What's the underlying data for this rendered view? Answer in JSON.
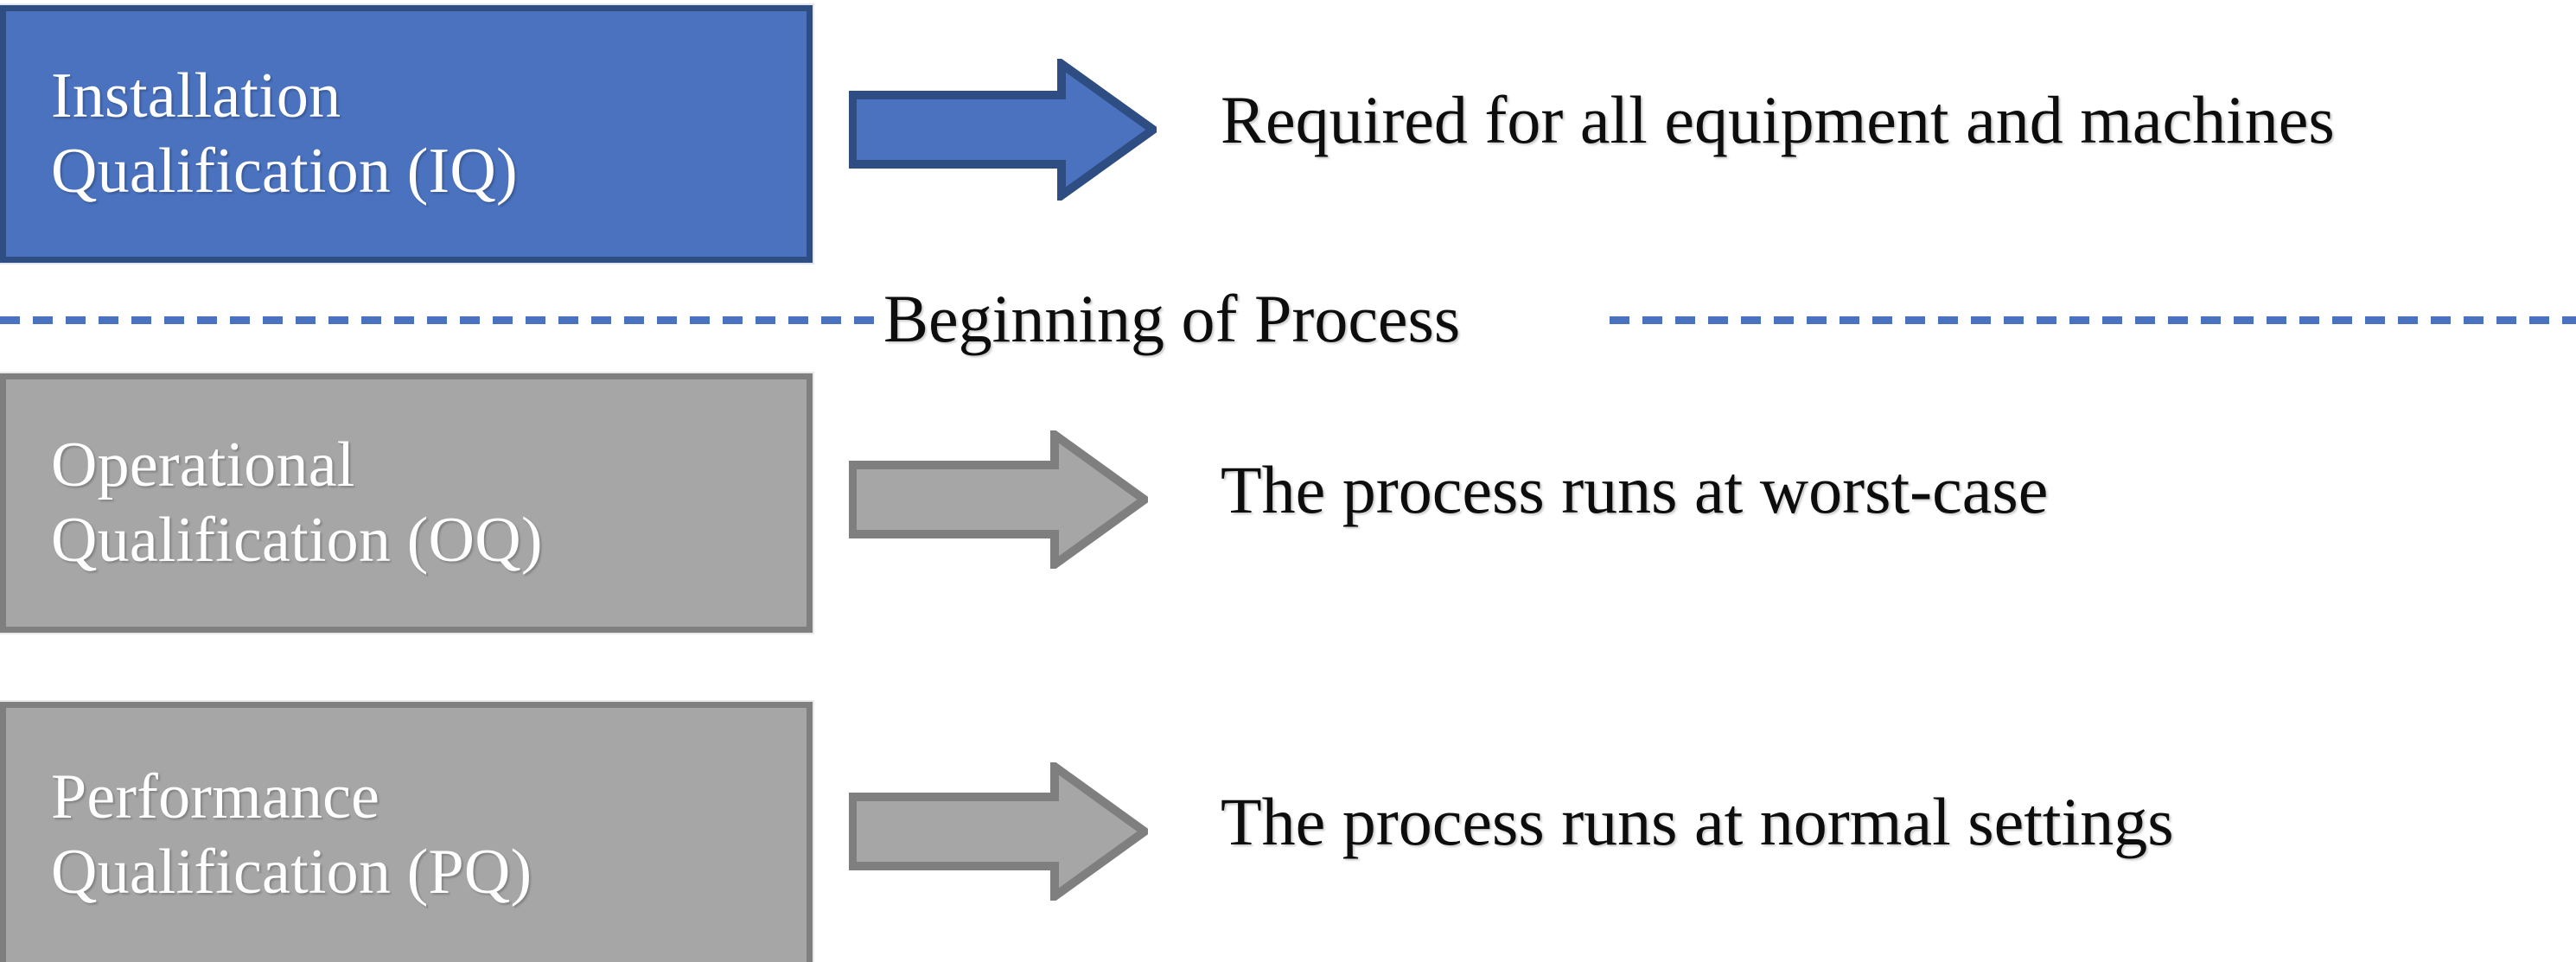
{
  "diagram": {
    "title": "Qualification stages flow",
    "colors": {
      "iq_fill": "#4A72BF",
      "iq_border": "#2E4D83",
      "gray_fill": "#A6A6A6",
      "gray_border": "#7F7F7F",
      "dash_blue": "#4A72BF",
      "text_dark": "#0D0D0D",
      "text_light": "#FFFFFF",
      "background": "#FFFFFF"
    },
    "rows": [
      {
        "id": "iq",
        "box_line1": "Installation",
        "box_line2": "Qualification (IQ)",
        "arrow_icon": "right-arrow-icon",
        "description": "Required for all equipment and machines"
      },
      {
        "id": "oq",
        "box_line1": "Operational",
        "box_line2": "Qualification (OQ)",
        "arrow_icon": "right-arrow-icon",
        "description": "The process runs at worst-case"
      },
      {
        "id": "pq",
        "box_line1": "Performance",
        "box_line2": "Qualification (PQ)",
        "arrow_icon": "right-arrow-icon",
        "description": "The process runs at normal settings"
      }
    ],
    "divider": {
      "label": "Beginning of Process",
      "style": "dashed"
    }
  }
}
